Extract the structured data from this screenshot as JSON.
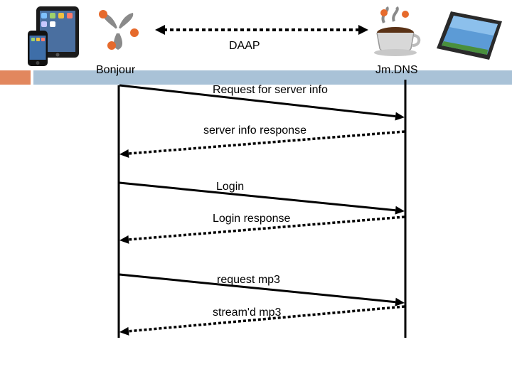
{
  "protocol_label": "DAAP",
  "client_label": "Bonjour",
  "server_label": "Jm.DNS",
  "messages": [
    {
      "label": "Request for server info",
      "direction": "to_server",
      "style": "solid"
    },
    {
      "label": "server info response",
      "direction": "to_client",
      "style": "dashed"
    },
    {
      "label": "Login",
      "direction": "to_server",
      "style": "solid"
    },
    {
      "label": "Login response",
      "direction": "to_client",
      "style": "dashed"
    },
    {
      "label": "request mp3",
      "direction": "to_server",
      "style": "solid"
    },
    {
      "label": "stream'd mp3",
      "direction": "to_client",
      "style": "dashed"
    }
  ],
  "icons": {
    "client_devices": [
      "tablet-icon",
      "smartphone-icon"
    ],
    "client_logo": "bonjour-logo-icon",
    "server_logo": "java-coffee-cup-icon",
    "server_device": "tablet-icon"
  },
  "colors": {
    "accent_orange": "#e2875e",
    "accent_blue": "#a9c2d7",
    "logo_orange": "#e66a2c",
    "logo_gray": "#8a8a8a"
  }
}
